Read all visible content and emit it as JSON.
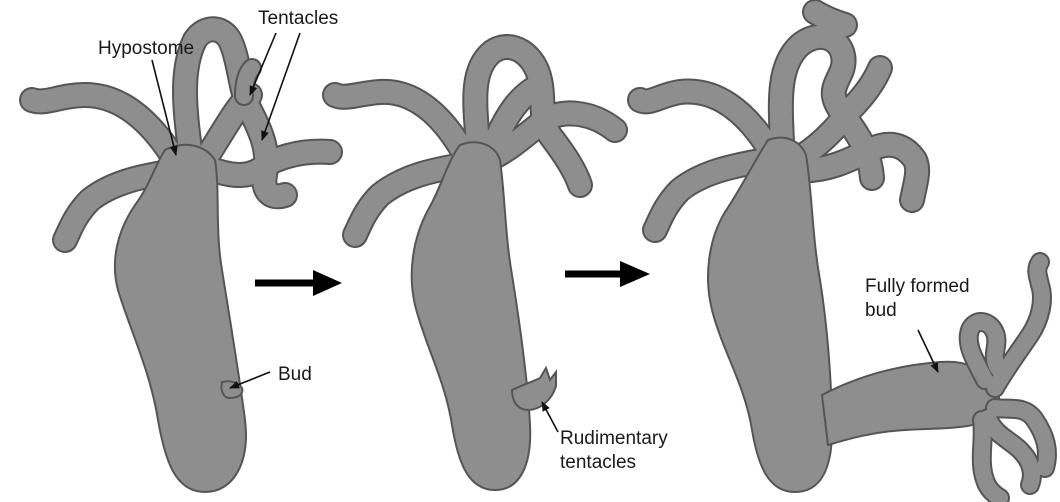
{
  "labels": {
    "tentacles": "Tentacles",
    "hypostome": "Hypostome",
    "bud": "Bud",
    "rudimentary_line1": "Rudimentary",
    "rudimentary_line2": "tentacles",
    "fully_line1": "Fully formed",
    "fully_line2": "bud"
  },
  "colors": {
    "body": "#8e8e8e",
    "outline": "#555555",
    "arrow": "#000000"
  }
}
